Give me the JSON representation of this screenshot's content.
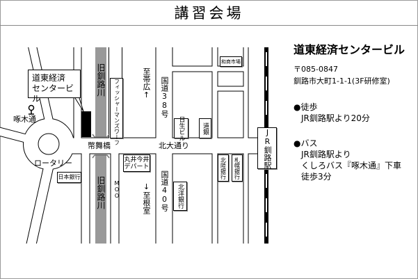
{
  "title": "講習会場",
  "map": {
    "callout": [
      "道東経済",
      "センタービル"
    ],
    "bus_stop": "啄木通",
    "rotary": "ロータリー",
    "bridge": "幣舞橋",
    "street": "北大通り",
    "river_upper": "旧釧路川",
    "river_lower": "旧釧路川",
    "to_obihiro": "至帯広↑",
    "to_nemuro": "↓至根室",
    "route38": "国道38号",
    "route40": "国道40号",
    "station": "JR釧路駅",
    "buildings": {
      "fisherman": [
        "フィッシャーマンズワーフ",
        "MOO"
      ],
      "washo": "和商市場",
      "nissei": [
        "日生",
        "ビル"
      ],
      "dogin": "道銀",
      "marui": [
        "丸井今井",
        "デパート"
      ],
      "boj": "日本銀行",
      "hokuyo": "北洋銀行",
      "hokuriku": "北陸銀行",
      "sapporo": "札幌銀行"
    }
  },
  "info": {
    "name": "道東経済センタービル",
    "postal": "〒085-0847",
    "address": "釧路市大町1-1-1(3F研修室)",
    "walk_head": "●徒歩",
    "walk_detail": "JR釧路駅より20分",
    "bus_head": "●バス",
    "bus_lines": [
      "JR釧路駅より",
      "くしろバス『啄木通』下車",
      "徒歩3分"
    ]
  },
  "colors": {
    "river": "#999999",
    "frame": "#999999"
  }
}
